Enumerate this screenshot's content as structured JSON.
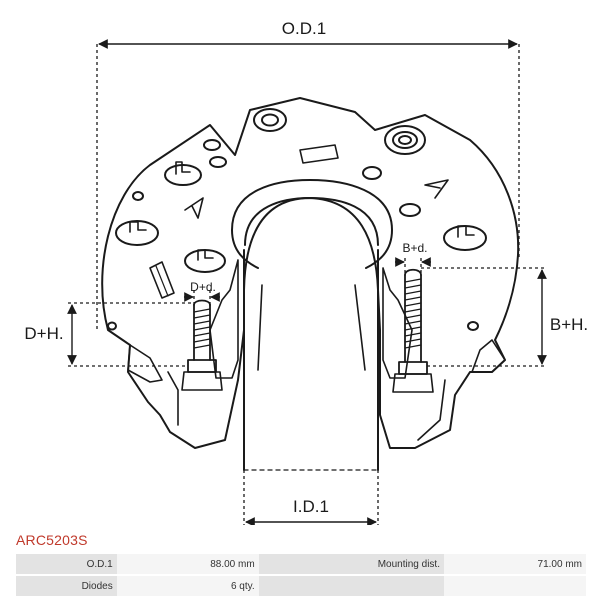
{
  "dimensions": {
    "od": "O.D.1",
    "id": "I.D.1",
    "dh": "D+H.",
    "bh": "B+H.",
    "dd": "D+d.",
    "bd": "B+d."
  },
  "part_code": "ARC5203S",
  "specs": [
    {
      "label": "O.D.1",
      "value": "88.00 mm",
      "label2": "Mounting dist.",
      "value2": "71.00 mm"
    },
    {
      "label": "Diodes",
      "value": "6 qty.",
      "label2": "",
      "value2": ""
    }
  ]
}
